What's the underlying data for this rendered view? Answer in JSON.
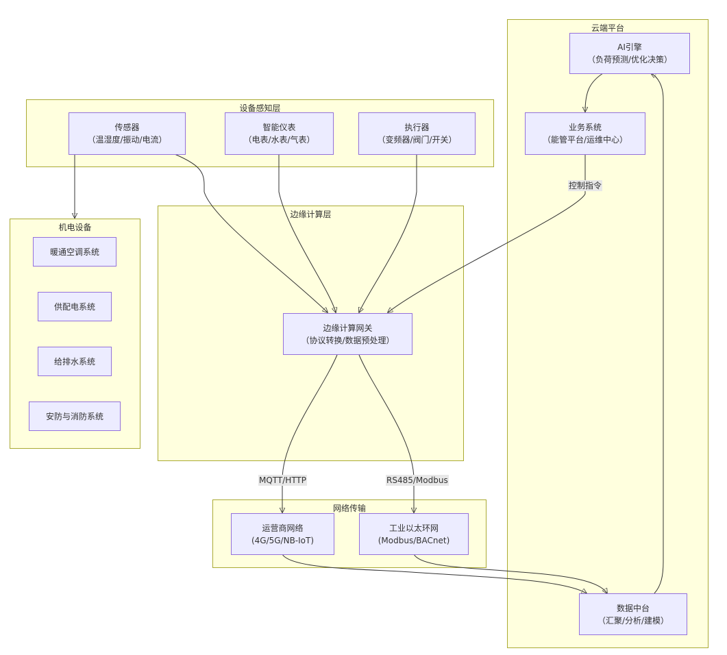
{
  "clusters": {
    "cloud": "云端平台",
    "sensing": "设备感知层",
    "mep": "机电设备",
    "edge": "边缘计算层",
    "network": "网络传输"
  },
  "nodes": {
    "ai_engine": {
      "title": "AI引擎",
      "sub": "（负荷预测/优化决策）"
    },
    "business": {
      "title": "业务系统",
      "sub": "（能管平台/运维中心）"
    },
    "data_platform": {
      "title": "数据中台",
      "sub": "（汇聚/分析/建模）"
    },
    "sensor": {
      "title": "传感器",
      "sub": "（温湿度/振动/电流）"
    },
    "meter": {
      "title": "智能仪表",
      "sub": "（电表/水表/气表）"
    },
    "actuator": {
      "title": "执行器",
      "sub": "（变频器/阀门/开关）"
    },
    "hvac": {
      "title": "暖通空调系统"
    },
    "power": {
      "title": "供配电系统"
    },
    "water": {
      "title": "给排水系统"
    },
    "security": {
      "title": "安防与消防系统"
    },
    "gateway": {
      "title": "边缘计算网关",
      "sub": "（协议转换/数据预处理）"
    },
    "carrier": {
      "title": "运营商网络",
      "sub": "(4G/5G/NB-IoT)"
    },
    "ethernet": {
      "title": "工业以太环网",
      "sub": "(Modbus/BACnet)"
    }
  },
  "edge_labels": {
    "control": "控制指令",
    "mqtt": "MQTT/HTTP",
    "rs485": "RS485/Modbus"
  }
}
